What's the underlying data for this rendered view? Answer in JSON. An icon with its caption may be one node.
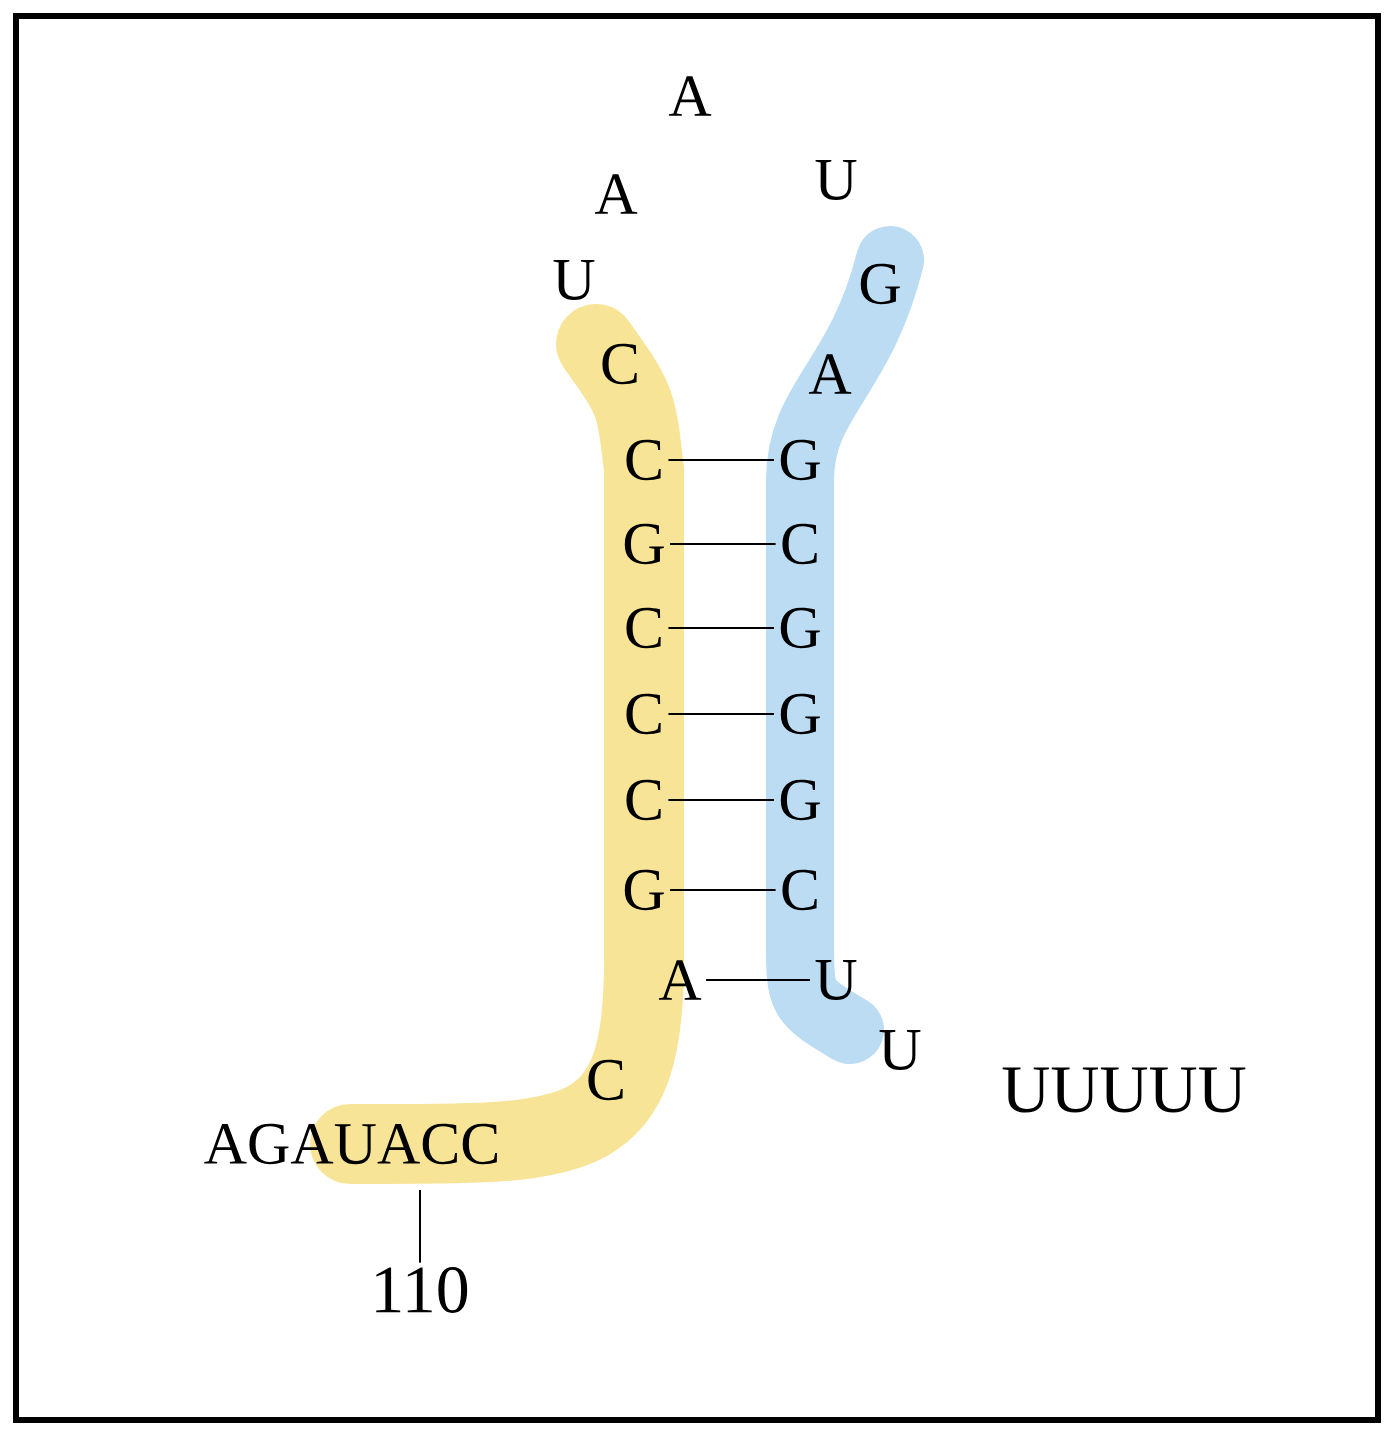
{
  "diagram": {
    "nodes": [
      {
        "text": [
          "A"
        ]
      },
      {
        "text": [
          "A"
        ]
      },
      {
        "text": [
          "U"
        ]
      },
      {
        "text": [
          "U"
        ]
      },
      {
        "text": [
          "G"
        ]
      },
      {
        "text": [
          "C"
        ]
      },
      {
        "text": [
          "A"
        ]
      },
      {
        "text": [
          "C"
        ]
      },
      {
        "text": [
          "G"
        ]
      },
      {
        "text": [
          "G"
        ]
      },
      {
        "text": [
          "C"
        ]
      },
      {
        "text": [
          "C"
        ]
      },
      {
        "text": [
          "G"
        ]
      },
      {
        "text": [
          "C"
        ]
      },
      {
        "text": [
          "G"
        ]
      },
      {
        "text": [
          "C"
        ]
      },
      {
        "text": [
          "G"
        ]
      },
      {
        "text": [
          "G"
        ]
      },
      {
        "text": [
          "C"
        ]
      },
      {
        "text": [
          "A"
        ]
      },
      {
        "text": [
          "U"
        ]
      },
      {
        "text": [
          "U"
        ]
      },
      {
        "text": [
          "C"
        ]
      },
      {
        "text": [
          "110"
        ]
      }
    ],
    "edges": [
      {
        "from": 7,
        "to": 8,
        "arrow": "none"
      },
      {
        "from": 9,
        "to": 10,
        "arrow": "none"
      },
      {
        "from": 11,
        "to": 12,
        "arrow": "none"
      },
      {
        "from": 13,
        "to": 14,
        "arrow": "none"
      },
      {
        "from": 15,
        "to": 16,
        "arrow": "none"
      },
      {
        "from": 17,
        "to": 18,
        "arrow": "none"
      },
      {
        "from": 19,
        "to": 20,
        "arrow": "none"
      },
      {
        "from": 23,
        "to": null,
        "arrow": "none"
      }
    ],
    "labels": [
      "AGAUACC",
      "UUUUU"
    ]
  }
}
